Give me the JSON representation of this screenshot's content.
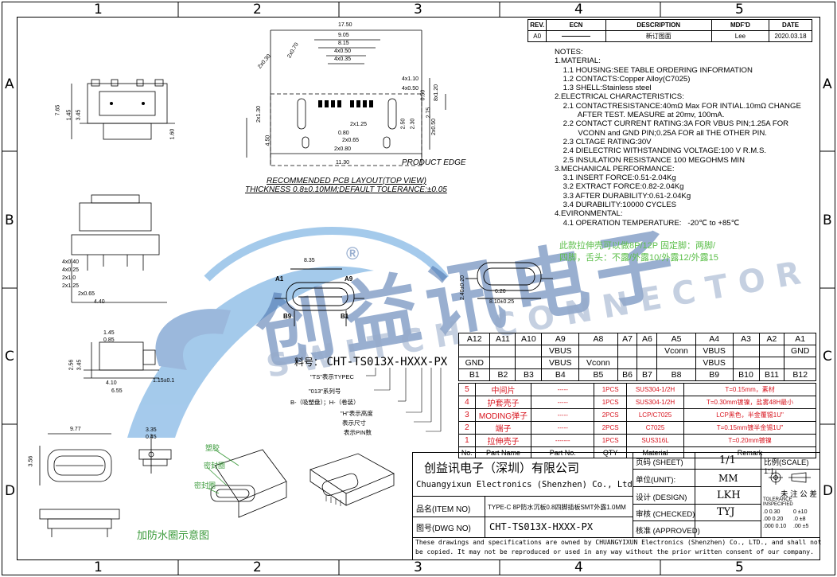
{
  "grid": {
    "columns": [
      "1",
      "2",
      "3",
      "4",
      "5"
    ],
    "rows": [
      "A",
      "B",
      "C",
      "D"
    ]
  },
  "revision_table": {
    "headers": [
      "REV.",
      "ECN",
      "DESCRIPTION",
      "MDF'D",
      "DATE"
    ],
    "row": [
      "A0",
      "",
      "新订图面",
      "Lee",
      "2020.03.18"
    ]
  },
  "notes": [
    "NOTES:",
    "1.MATERIAL:",
    "    1.1 HOUSING:SEE TABLE ORDERING INFORMATION",
    "    1.2 CONTACTS:Copper Alloy(C7025)",
    "    1.3 SHELL:Stainless steel",
    "2.ELECTRICAL CHARACTERISTICS:",
    "    2.1 CONTACTRESISTANCE:40mΩ Max FOR INTIAL.10mΩ CHANGE",
    "           AFTER TEST. MEASURE at 20mv, 100mA.",
    "    2.2 CONTACT CURRENT RATING:3A FOR VBUS PIN;1.25A FOR",
    "           VCONN and GND PIN;0.25A FOR all THE OTHER PIN.",
    "    2.3 CLTAGE RATING:30V",
    "    2.4 DIELECTRIC WITHSTANDING VOLTAGE:100 V R.M.S.",
    "    2.5 INSULATION RESISTANCE 100 MEGOHMS MIN",
    "3.MECHANICAL PERFORMANCE:",
    "    3.1 INSERT FORCE:0.51-2.04Kg",
    "    3.2 EXTRACT FORCE:0.82-2.04Kg",
    "    3.3 AFTER DURABILITY:0.61-2.04Kg",
    "    3.4 DURABILITY:10000 CYCLES",
    "4.EVIRONMENTAL:",
    "    4.1 OPERATION TEMPERATURE:   -20℃ to +85℃"
  ],
  "green_note": {
    "line1": "此款拉伸壳可以做8P/12P    固定脚：两脚/",
    "line2": "四脚，舌头：不露/外露10/外露12/外露15"
  },
  "pcb_layout": {
    "title": "RECOMMENDED  PCB  LAYOUT(TOP  VIEW)",
    "subtitle": "THICKNESS  0.8±0.10MM;DEFAULT  TOLERANCE:±0.05",
    "product_edge": "PRODUCT  EDGE",
    "dims": [
      "17.50",
      "9.05",
      "8.15",
      "4x0.50",
      "4x0.35",
      "2x0.30",
      "2x0.70",
      "2x1.30",
      "2x1.25",
      "2x0.65",
      "2x0.80",
      "4.50",
      "0.80",
      "11.30",
      "4x1.10",
      "4x0.50",
      "2.50",
      "2.30",
      "0.50",
      "2.75",
      "8x1.20",
      "2x0.50"
    ]
  },
  "views": {
    "front_dims": [
      "7.65",
      "1.45",
      "3.45",
      "1.60"
    ],
    "side_dims": [
      "4x0.40",
      "4x0.25",
      "2x1.0",
      "2x1.25",
      "2x0.65",
      "4.40"
    ],
    "side2_dims": [
      "1.45",
      "0.85",
      "2.56",
      "3.45",
      "4.10",
      "6.55",
      "1.15±0.1"
    ],
    "bottom_dims": [
      "9.77",
      "3.35",
      "0.45",
      "3.56"
    ],
    "connector_dims": [
      "8.35"
    ],
    "right_dims": [
      "6.20",
      "8.10±0.25",
      "2.40±0.20"
    ],
    "pin_labels": [
      "A1",
      "A9",
      "B9",
      "B1"
    ],
    "waterproof_labels": [
      "塑胶",
      "密封圈",
      "密封圈"
    ],
    "waterproof_caption": "加防水圈示意图"
  },
  "part_number": {
    "prefix": "料号：",
    "value": "CHT-TS013X-HXXX-PX",
    "legend": [
      "\"TS\"表示TYPEC",
      "\"013\"系列号",
      "B-（吸塑盘）；H-（卷装）",
      "\"H\"表示高度",
      "表示尺寸",
      "表示PIN数"
    ]
  },
  "watermark": {
    "brand": "创益讯电子",
    "sub": "SWITCH  CONNECTOR",
    "registered": "®"
  },
  "pin_table": {
    "row1": [
      "A12",
      "A11",
      "A10",
      "A9",
      "A8",
      "A7",
      "A6",
      "A5",
      "A4",
      "A3",
      "A2",
      "A1"
    ],
    "row2": [
      "",
      "",
      "",
      "VBUS",
      "",
      "",
      "",
      "Vconn",
      "VBUS",
      "",
      "",
      "GND"
    ],
    "row3": [
      "GND",
      "",
      "",
      "VBUS",
      "Vconn",
      "",
      "",
      "",
      "VBUS",
      "",
      "",
      ""
    ],
    "row4": [
      "B1",
      "B2",
      "B3",
      "B4",
      "B5",
      "B6",
      "B7",
      "B8",
      "B9",
      "B10",
      "B11",
      "B12"
    ]
  },
  "bom": {
    "rows": [
      {
        "no": "5",
        "name": "中间片",
        "part": "-----",
        "qty": "1PCS",
        "material": "SUS304-1/2H",
        "remark": "T=0.15mm，素材"
      },
      {
        "no": "4",
        "name": "护套壳子",
        "part": "-----",
        "qty": "1PCS",
        "material": "SUS304-1/2H",
        "remark": "T=0.30mm镀镍，盐雾48H最小"
      },
      {
        "no": "3",
        "name": "MODING弹子",
        "part": "-----",
        "qty": "2PCS",
        "material": "LCP/C7025",
        "remark": "LCP黑色，半金覆锡1U\""
      },
      {
        "no": "2",
        "name": "端子",
        "part": "-----",
        "qty": "2PCS",
        "material": "C7025",
        "remark": "T=0.15mm镀半金锡1U\""
      },
      {
        "no": "1",
        "name": "拉伸壳子",
        "part": "-------",
        "qty": "1PCS",
        "material": "SUS316L",
        "remark": "T=0.20mm镀镍"
      }
    ],
    "headers": [
      "No.",
      "Part Name",
      "Part No.",
      "QTY",
      "Material",
      "Remark"
    ]
  },
  "title_block": {
    "company_cn": "创益讯电子（深圳）有限公司",
    "company_en": "Chuangyixun Electronics (Shenzhen) Co., Ltd",
    "item_label": "品名(ITEM NO)",
    "item_value": "TYPE-C 8P防水沉板0.8四脚插板SMT外露1.0MM",
    "dwg_label": "图号(DWG NO)",
    "dwg_value": "CHT-TS013X-HXXX-PX",
    "sheet_label": "页码 (SHEET)",
    "sheet_value": "1/1",
    "scale_label": "比例(SCALE)",
    "scale_value": "1:1",
    "unit_label": "单位(UNIT):",
    "unit_value": "MM",
    "design_label": "设计 (DESIGN)",
    "design_value": "LKH",
    "checked_label": "审核 (CHECKED)",
    "checked_value": "TYJ",
    "approved_label": "核准 (APPROVED)",
    "approved_value": "",
    "tol_title": "未 注 公 差",
    "tol_sub": "TOLERANCE INSPECIFIED",
    "tol_rows": [
      [
        ".0  0.30",
        "0   ±10"
      ],
      [
        ".00  0.20",
        ".0   ±8"
      ],
      [
        ".000  0.10",
        ".00   ±5"
      ]
    ],
    "disclaimer1": "These drawings and specifications are owned by CHUANGYIXUN Electronics (Shenzhen) Co., LTD., and shall not",
    "disclaimer2": "be copied. It may not be reproduced or used in any way without the prior written consent of our company."
  }
}
